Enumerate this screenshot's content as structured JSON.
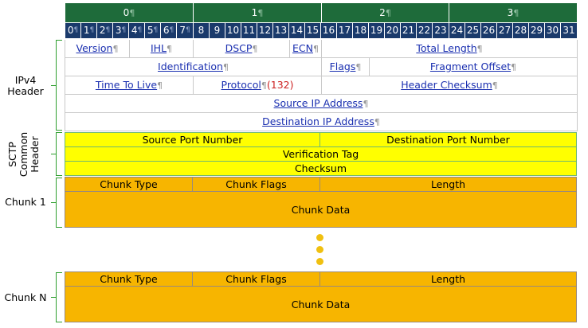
{
  "header": {
    "bytes": [
      "0",
      "1",
      "2",
      "3"
    ],
    "bits": [
      "0",
      "1",
      "2",
      "3",
      "4",
      "5",
      "6",
      "7",
      "8",
      "9",
      "10",
      "11",
      "12",
      "13",
      "14",
      "15",
      "16",
      "17",
      "18",
      "19",
      "20",
      "21",
      "22",
      "23",
      "24",
      "25",
      "26",
      "27",
      "28",
      "29",
      "30",
      "31"
    ]
  },
  "pilcrow": "¶",
  "ipv4": {
    "label": "IPv4 Header",
    "version": "Version",
    "ihl": "IHL",
    "dscp": "DSCP",
    "ecn": "ECN",
    "total_length": "Total Length",
    "identification": "Identification",
    "flags": "Flags",
    "fragment_offset": "Fragment Offset",
    "ttl": "Time To Live",
    "protocol": "Protocol",
    "protocol_value": "(132)",
    "header_checksum": "Header Checksum",
    "source_ip": "Source IP Address",
    "destination_ip": "Destination IP Address"
  },
  "sctp": {
    "label": "SCTP Common Header",
    "source_port": "Source Port Number",
    "destination_port": "Destination Port Number",
    "verification_tag": "Verification Tag",
    "checksum": "Checksum"
  },
  "chunk1": {
    "label": "Chunk 1",
    "type": "Chunk Type",
    "flags": "Chunk Flags",
    "length": "Length",
    "data": "Chunk Data"
  },
  "chunkN": {
    "label": "Chunk N",
    "type": "Chunk Type",
    "flags": "Chunk Flags",
    "length": "Length",
    "data": "Chunk Data"
  },
  "colors": {
    "byte_header": "#1e6b3a",
    "bit_header": "#1a3a6b",
    "sctp_fill": "#ffff00",
    "chunk_fill": "#f7b500",
    "brace": "#2e9e2e",
    "link": "#1a2fb0",
    "protocol_value": "#cc1f1f"
  }
}
